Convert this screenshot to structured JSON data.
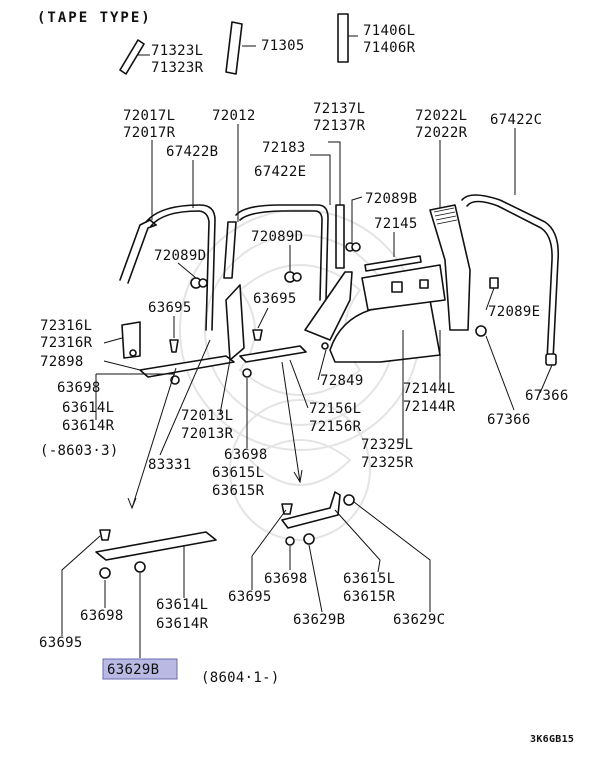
{
  "title": "(TAPE TYPE)",
  "diagram_code": "3K6GB15",
  "highlight_color": "#b9b9e4",
  "period_before": "(-8603·3)",
  "period_after": "(8604·1-)",
  "labels": {
    "p71323L": "71323L",
    "p71323R": "71323R",
    "p71305": "71305",
    "p71406L": "71406L",
    "p71406R": "71406R",
    "p72017L": "72017L",
    "p72017R": "72017R",
    "p72012": "72012",
    "p72137L": "72137L",
    "p72137R": "72137R",
    "p72022L": "72022L",
    "p72022R": "72022R",
    "p67422C": "67422C",
    "p67422B": "67422B",
    "p72183": "72183",
    "p67422E": "67422E",
    "p72089B": "72089B",
    "p72145": "72145",
    "p72089D_a": "72089D",
    "p72089D_b": "72089D",
    "p63695_a": "63695",
    "p63695_b": "63695",
    "p72316L": "72316L",
    "p72316R": "72316R",
    "p72898": "72898",
    "p72089E": "72089E",
    "p63698_a": "63698",
    "p63614L_a": "63614L",
    "p63614R_a": "63614R",
    "p72849": "72849",
    "p72144L": "72144L",
    "p72144R": "72144R",
    "p67366_a": "67366",
    "p67366_b": "67366",
    "p72013L": "72013L",
    "p72013R": "72013R",
    "p72156L": "72156L",
    "p72156R": "72156R",
    "p72325L": "72325L",
    "p72325R": "72325R",
    "p83331": "83331",
    "p63698_b": "63698",
    "p63615L_a": "63615L",
    "p63615R_a": "63615R",
    "p63698_c": "63698",
    "p63614L_b": "63614L",
    "p63614R_b": "63614R",
    "p63695_c": "63695",
    "p63695_d": "63695",
    "p63698_d": "63698",
    "p63615L_b": "63615L",
    "p63615R_b": "63615R",
    "p63629B_a": "63629B",
    "p63629C": "63629C",
    "p63629B_hl": "63629B"
  }
}
